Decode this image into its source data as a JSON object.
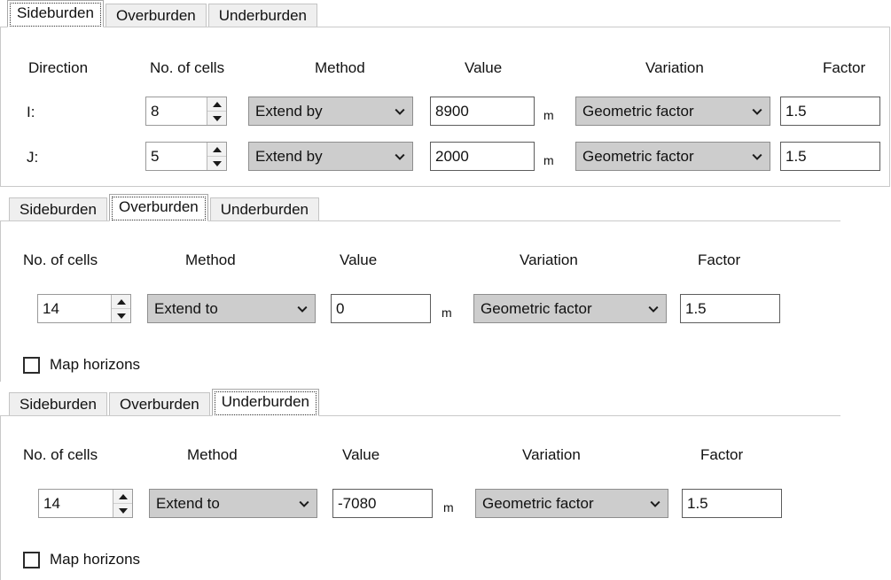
{
  "tabs": [
    "Sideburden",
    "Overburden",
    "Underburden"
  ],
  "units": {
    "meters": "m"
  },
  "icons": {
    "chevron_down": "chevron-down-icon",
    "spinner_up": "spinner-up-arrow-icon",
    "spinner_down": "spinner-down-arrow-icon",
    "checkbox": "checkbox-icon"
  },
  "colors": {
    "combo_background": "#cdcdcd",
    "tab_unselected_background": "#efefef",
    "panel_background": "#ffffff",
    "border": "#c9c9c9",
    "text": "#111111"
  },
  "panels": [
    {
      "id": "sideburden",
      "selected_tab": "Sideburden",
      "headers": {
        "direction": "Direction",
        "cells": "No. of cells",
        "method": "Method",
        "value": "Value",
        "variation": "Variation",
        "factor": "Factor"
      },
      "rows": [
        {
          "direction": "I:",
          "cells": "8",
          "method": "Extend by",
          "value": "8900",
          "unit": "m",
          "variation": "Geometric factor",
          "factor": "1.5"
        },
        {
          "direction": "J:",
          "cells": "5",
          "method": "Extend by",
          "value": "2000",
          "unit": "m",
          "variation": "Geometric factor",
          "factor": "1.5"
        }
      ]
    },
    {
      "id": "overburden",
      "selected_tab": "Overburden",
      "headers": {
        "cells": "No. of cells",
        "method": "Method",
        "value": "Value",
        "variation": "Variation",
        "factor": "Factor"
      },
      "row": {
        "cells": "14",
        "method": "Extend to",
        "value": "0",
        "unit": "m",
        "variation": "Geometric factor",
        "factor": "1.5"
      },
      "map_horizons": {
        "label": "Map horizons",
        "checked": false
      }
    },
    {
      "id": "underburden",
      "selected_tab": "Underburden",
      "headers": {
        "cells": "No. of cells",
        "method": "Method",
        "value": "Value",
        "variation": "Variation",
        "factor": "Factor"
      },
      "row": {
        "cells": "14",
        "method": "Extend to",
        "value": "-7080",
        "unit": "m",
        "variation": "Geometric factor",
        "factor": "1.5"
      },
      "map_horizons": {
        "label": "Map horizons",
        "checked": false
      }
    }
  ]
}
